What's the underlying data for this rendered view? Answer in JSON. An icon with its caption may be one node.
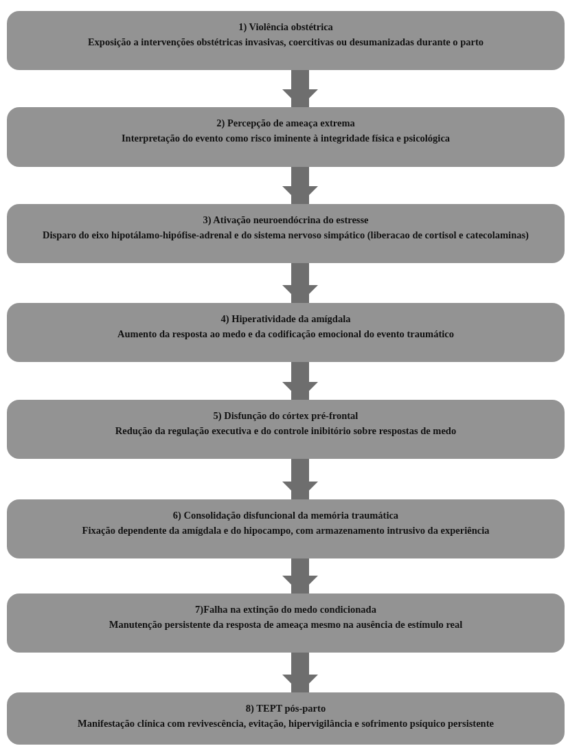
{
  "diagram": {
    "nodes": [
      {
        "text": [
          "1) Violência obstétrica",
          "Exposição a intervenções obstétricas invasivas, coercitivas ou desumanizadas durante o parto"
        ]
      },
      {
        "text": [
          "2) Percepção de ameaça extrema",
          "Interpretação do evento como risco iminente à integridade física e psicológica"
        ]
      },
      {
        "text": [
          "3) Ativação neuroendócrina do estresse",
          "Disparo do eixo hipotálamo-hipófise-adrenal e do sistema nervoso simpático (liberacao de cortisol e catecolaminas)"
        ]
      },
      {
        "text": [
          "4) Hiperatividade da amígdala",
          "Aumento da resposta ao medo e da codificação emocional do evento traumático"
        ]
      },
      {
        "text": [
          "5) Disfunção do córtex pré-frontal",
          "Redução da regulação executiva e do controle inibitório sobre respostas de medo"
        ]
      },
      {
        "text": [
          "6) Consolidação disfuncional da memória traumática",
          "Fixação dependente da amígdala e do hipocampo, com armazenamento intrusivo da experiência"
        ]
      },
      {
        "text": [
          "7)Falha na extinção do medo condicionada",
          "Manutenção persistente da resposta de ameaça mesmo na ausência de estímulo real"
        ]
      },
      {
        "text": [
          "8) TEPT pós-parto",
          "Manifestação clínica com revivescência, evitação, hipervigilância e sofrimento psíquico persistente"
        ]
      }
    ],
    "edges": [
      {
        "from": 0,
        "to": 1,
        "arrow": "to"
      },
      {
        "from": 1,
        "to": 2,
        "arrow": "to"
      },
      {
        "from": 2,
        "to": 3,
        "arrow": "to"
      },
      {
        "from": 3,
        "to": 4,
        "arrow": "to"
      },
      {
        "from": 4,
        "to": 5,
        "arrow": "to"
      },
      {
        "from": 5,
        "to": 6,
        "arrow": "to"
      },
      {
        "from": 6,
        "to": 7,
        "arrow": "to"
      }
    ]
  }
}
